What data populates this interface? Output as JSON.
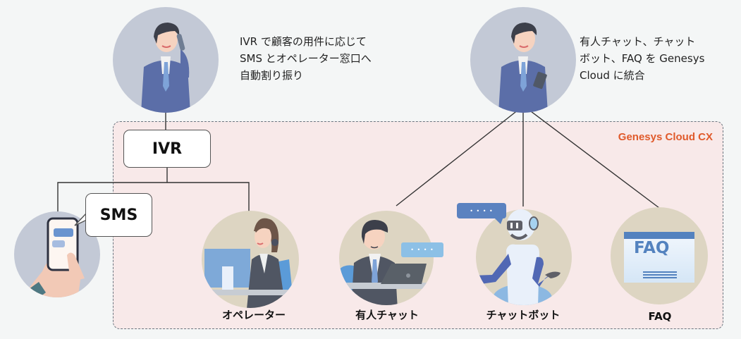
{
  "diagram": {
    "region_title": "Genesys Cloud CX",
    "colors": {
      "region_fill": "#f8e9e9",
      "region_border": "#6b7680",
      "accent_orange": "#e05a2b",
      "person_circle": "#c3c9d6",
      "channel_circle": "#ddd5c2",
      "suit_blue": "#5b6ea8",
      "bubble_blue": "#5b82c0"
    },
    "left_user": {
      "description": "IVR で顧客の用件に応じて\nSMS とオペレーター窓口へ\n自動割り振り",
      "illustration": "man-on-phone"
    },
    "right_user": {
      "description": "有人チャット、チャット\nボット、FAQ を Genesys\nCloud に統合",
      "illustration": "man-with-smartphone"
    },
    "ivr_box": {
      "label": "IVR"
    },
    "sms": {
      "label": "SMS",
      "illustration": "hand-holding-phone"
    },
    "channels": [
      {
        "label": "オペレーター",
        "illustration": "operator-with-headset"
      },
      {
        "label": "有人チャット",
        "illustration": "agent-with-laptop"
      },
      {
        "label": "チャットボット",
        "illustration": "robot"
      },
      {
        "label": "FAQ",
        "illustration": "faq-window",
        "icon_text": "FAQ"
      }
    ],
    "bubble_dots": "• • • •"
  }
}
